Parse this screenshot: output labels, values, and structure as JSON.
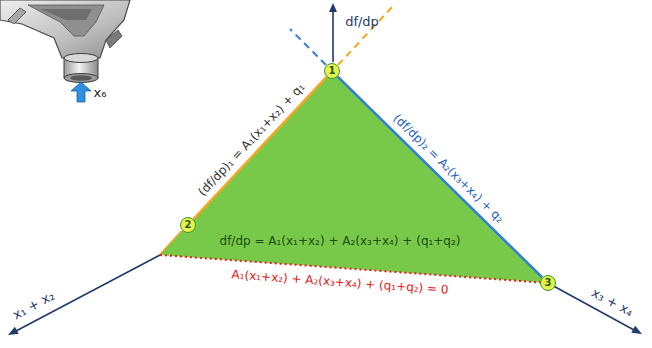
{
  "diagram": {
    "nodes": [
      {
        "text": [
          "df/dp = A₁(x₁+x₂) + A₂(x₃+x₄) + (q₁+q₂)"
        ]
      },
      {
        "text": [
          "1"
        ]
      },
      {
        "text": [
          "2"
        ]
      },
      {
        "text": [
          "3"
        ]
      }
    ],
    "edges": [
      {
        "from": 1,
        "to": 2,
        "arrow": "none",
        "label": "(df/dp)₁ = A₁(x₁+x₂) + q₁"
      },
      {
        "from": 1,
        "to": 3,
        "arrow": "none",
        "label": "(df/dp)₂ = A₂(x₃+x₄) + q₂"
      }
    ],
    "labels": [
      "x₆",
      "df/dp",
      "x₁ + x₂",
      "x₃ + x₄",
      "A₁(x₁+x₂) + A₂(x₃+x₄) + (q₁+q₂) = 0"
    ]
  }
}
